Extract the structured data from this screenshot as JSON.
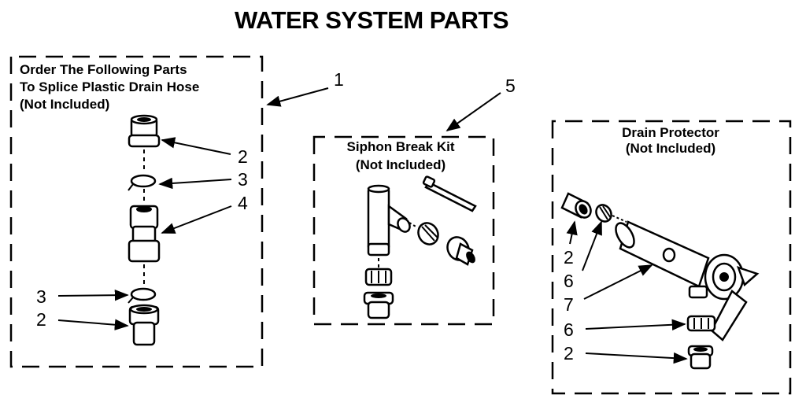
{
  "title": "WATER SYSTEM PARTS",
  "groups": {
    "splice": {
      "lines": [
        "Order The Following Parts",
        "To Splice Plastic Drain Hose",
        "(Not Included)"
      ]
    },
    "siphon": {
      "lines": [
        "Siphon Break Kit",
        "(Not Included)"
      ]
    },
    "protector": {
      "lines": [
        "Drain Protector",
        "(Not Included)"
      ]
    }
  },
  "callouts": {
    "c1": "1",
    "c2a": "2",
    "c3a": "3",
    "c4": "4",
    "c3b": "3",
    "c2b": "2",
    "c5": "5",
    "c2c": "2",
    "c6a": "6",
    "c7": "7",
    "c6b": "6",
    "c2d": "2"
  }
}
